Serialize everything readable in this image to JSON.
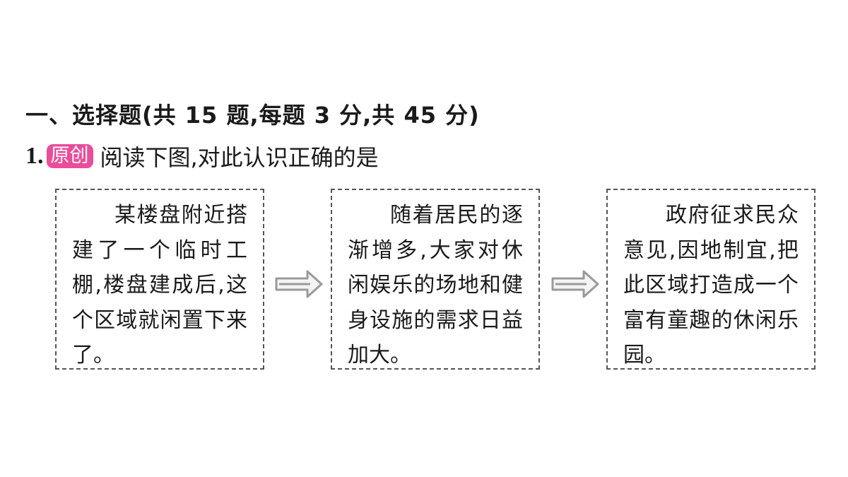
{
  "section": {
    "heading": "一、选择题(共 15 题,每题 3 分,共 45 分)"
  },
  "question": {
    "number": "1.",
    "badge": "原创",
    "text": "阅读下图,对此认识正确的是"
  },
  "flow": {
    "boxes": [
      {
        "text": "某楼盘附近搭建了一个临时工棚,楼盘建成后,这个区域就闲置下来了。"
      },
      {
        "text": "随着居民的逐渐增多,大家对休闲娱乐的场地和健身设施的需求日益加大。"
      },
      {
        "text": "政府征求民众意见,因地制宜,把此区域打造成一个富有童趣的休闲乐园。"
      }
    ],
    "arrow_icon": "double-line-right-arrow-icon",
    "badge_color": "#e94d9b"
  }
}
